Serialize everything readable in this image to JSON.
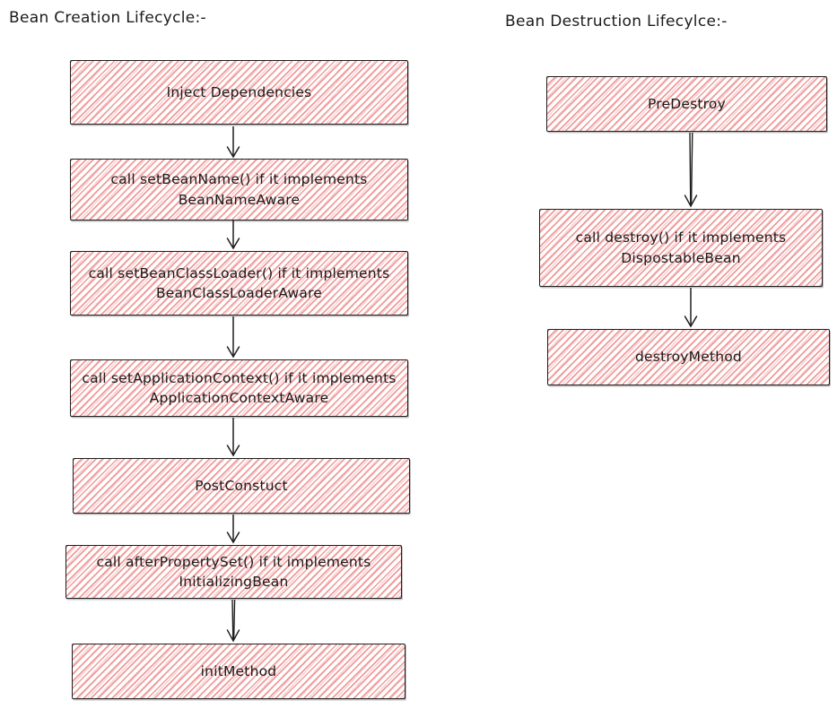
{
  "colors": {
    "hatch": "#f09b9b",
    "stroke": "#1e1e1e",
    "text": "#1b1b1b",
    "background": "#ffffff"
  },
  "creation": {
    "title": "Bean Creation Lifecycle:-",
    "boxes": [
      {
        "label": "Inject Dependencies"
      },
      {
        "label": "call setBeanName() if it implements BeanNameAware"
      },
      {
        "label": "call setBeanClassLoader() if it implements BeanClassLoaderAware"
      },
      {
        "label": "call setApplicationContext() if it implements ApplicationContextAware"
      },
      {
        "label": "PostConstuct"
      },
      {
        "label": "call afterPropertySet() if it implements InitializingBean"
      },
      {
        "label": "initMethod"
      }
    ]
  },
  "destruction": {
    "title": "Bean Destruction Lifecylce:-",
    "boxes": [
      {
        "label": "PreDestroy"
      },
      {
        "label": "call destroy() if it implements DispostableBean"
      },
      {
        "label": "destroyMethod"
      }
    ]
  }
}
